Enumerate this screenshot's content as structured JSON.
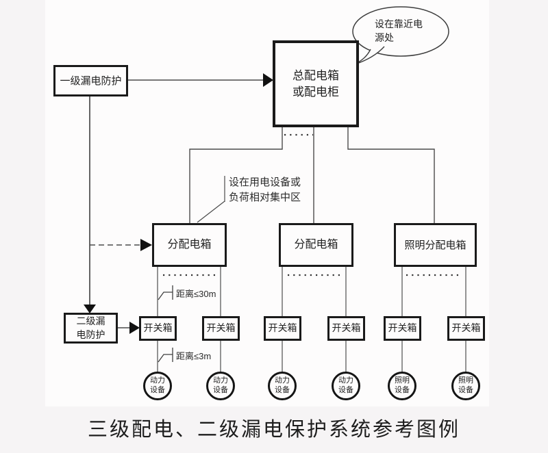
{
  "title": "三级配电、二级漏电保护系统参考图例",
  "bubble": {
    "note": "设在靠近电\n源处"
  },
  "boxes": {
    "main_panel": "总配电箱\n或配电柜",
    "level1_protection": "一级漏电防护",
    "level2_protection": "二级漏\n电防护",
    "distribution_panels": [
      "分配电箱",
      "分配电箱",
      "照明分配电箱"
    ],
    "switch_boxes": [
      "开关箱",
      "开关箱",
      "开关箱",
      "开关箱",
      "开关箱",
      "开关箱"
    ],
    "equipment_circles": [
      "动力\n设备",
      "动力\n设备",
      "动力\n设备",
      "动力\n设备",
      "照明\n设备",
      "照明\n设备"
    ]
  },
  "annotations": {
    "area_note": "设在用电设备或\n负荷相对集中区",
    "distance_30m": "距离≤30m",
    "distance_3m": "距离≤3m"
  },
  "colors": {
    "background": "#f6f4f5",
    "paper": "#fdfcfc",
    "thin_line": "#4a4a4a",
    "box_border": "#1a1a1a",
    "arrow_fill": "#111111"
  }
}
